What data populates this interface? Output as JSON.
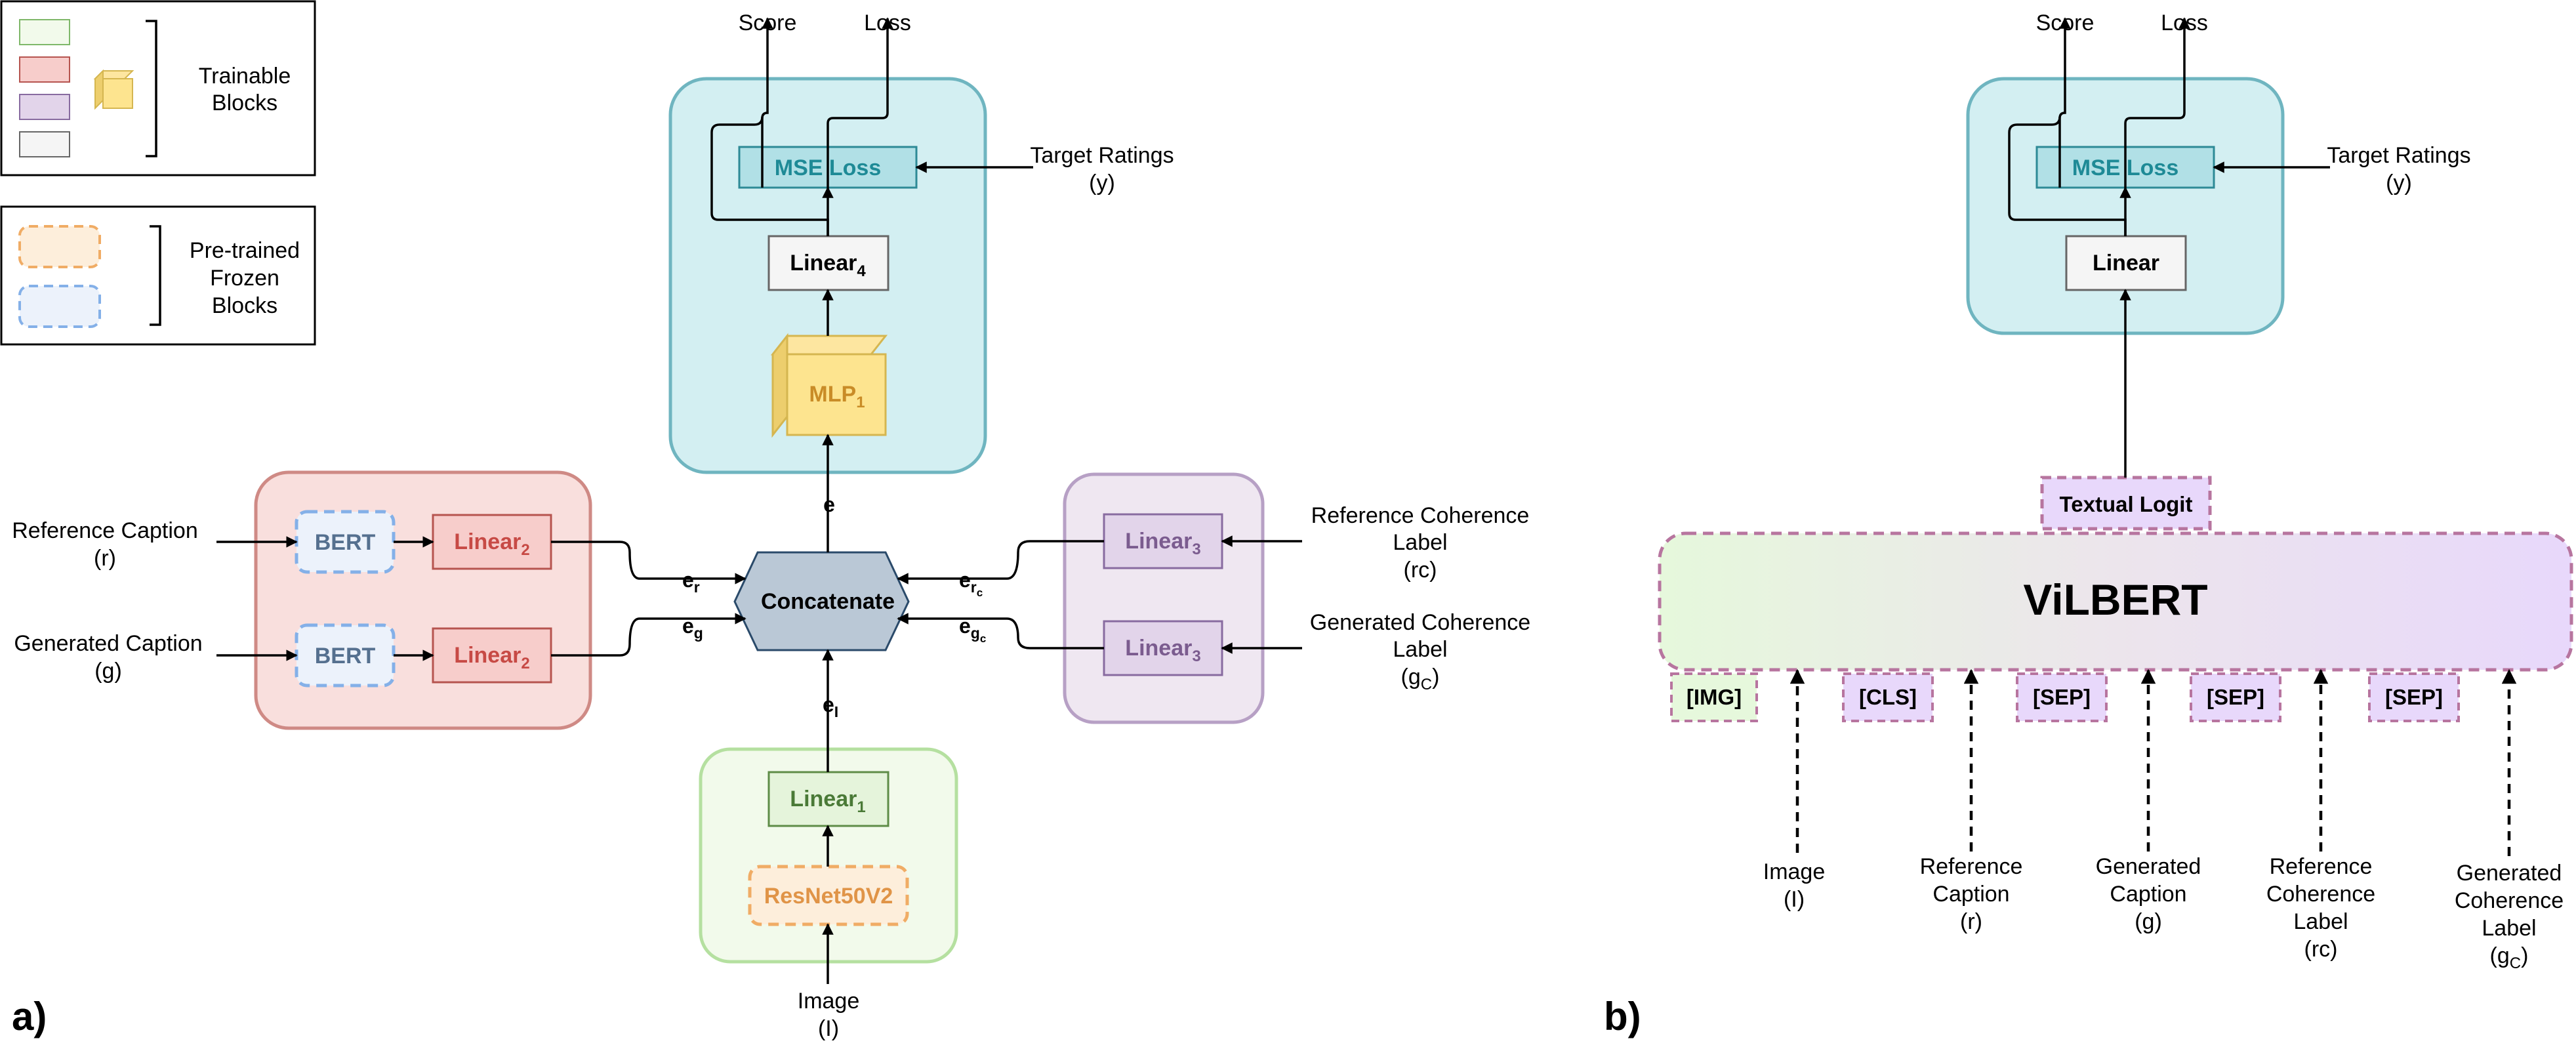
{
  "legend": {
    "trainable": {
      "line1": "Trainable",
      "line2": "Blocks"
    },
    "frozen": {
      "line1": "Pre-trained",
      "line2": "Frozen",
      "line3": "Blocks"
    }
  },
  "diagram_a": {
    "panel_label": "a)",
    "outputs": {
      "score": "Score",
      "loss": "Loss"
    },
    "mse_loss": "MSE Loss",
    "target": {
      "line1": "Target Ratings",
      "line2": "(y)"
    },
    "linear4": {
      "base": "Linear",
      "sub": "4"
    },
    "mlp1": {
      "base": "MLP",
      "sub": "1"
    },
    "embedding_e": "e",
    "concatenate": "Concatenate",
    "bert_ref": "BERT",
    "bert_gen": "BERT",
    "linear2_ref": {
      "base": "Linear",
      "sub": "2"
    },
    "linear2_gen": {
      "base": "Linear",
      "sub": "2"
    },
    "ref_caption": {
      "line1": "Reference Caption",
      "line2": "(r)"
    },
    "gen_caption": {
      "line1": "Generated Caption",
      "line2": "(g)"
    },
    "er": {
      "base": "e",
      "sub": "r"
    },
    "eg": {
      "base": "e",
      "sub": "g"
    },
    "erc": {
      "base": "e",
      "sub": "r",
      "subsub": "c"
    },
    "egc": {
      "base": "e",
      "sub": "g",
      "subsub": "c"
    },
    "ei": {
      "base": "e",
      "sub": "I"
    },
    "linear3_ref": {
      "base": "Linear",
      "sub": "3"
    },
    "linear3_gen": {
      "base": "Linear",
      "sub": "3"
    },
    "ref_coherence": {
      "line1": "Reference Coherence",
      "line2": "Label",
      "line3": "(rc)"
    },
    "gen_coherence": {
      "line1": "Generated Coherence",
      "line2": "Label",
      "line3_base": "(g",
      "line3_sub": "C",
      "line3_end": ")"
    },
    "linear1": {
      "base": "Linear",
      "sub": "1"
    },
    "resnet": "ResNet50V2",
    "image": {
      "line1": "Image",
      "line2": "(I)"
    }
  },
  "diagram_b": {
    "panel_label": "b)",
    "outputs": {
      "score": "Score",
      "loss": "Loss"
    },
    "mse_loss": "MSE Loss",
    "target": {
      "line1": "Target Ratings",
      "line2": "(y)"
    },
    "linear": "Linear",
    "textual_logit": "Textual Logit",
    "vilbert": "ViLBERT",
    "tokens": [
      "[IMG]",
      "[CLS]",
      "[SEP]",
      "[SEP]",
      "[SEP]"
    ],
    "inputs": {
      "image": {
        "line1": "Image",
        "line2": "(I)"
      },
      "ref_caption": {
        "line1": "Reference",
        "line2": "Caption",
        "line3": "(r)"
      },
      "gen_caption": {
        "line1": "Generated",
        "line2": "Caption",
        "line3": "(g)"
      },
      "ref_coherence": {
        "line1": "Reference",
        "line2": "Coherence",
        "line3": "Label",
        "line4": "(rc)"
      },
      "gen_coherence": {
        "line1": "Generated",
        "line2": "Coherence",
        "line3": "Label",
        "line4_base": "(g",
        "line4_sub": "C",
        "line4_end": ")"
      }
    }
  },
  "colors": {
    "green_fill": "#f2faeb",
    "green_stroke": "#b5e0a0",
    "red_fill": "#f9dfdd",
    "red_stroke": "#cf8a85",
    "purple_fill": "#efe7f1",
    "purple_stroke": "#b7a0c5",
    "teal_fill": "#d3eff2",
    "teal_stroke": "#6fb5c0",
    "mse_fill": "#b1e0e6",
    "mse_stroke": "#2d8a96",
    "mse_text": "#1e8a96",
    "gray_fill": "#f5f5f5",
    "gray_stroke": "#666666",
    "bert_fill": "#ecf2fb",
    "bert_stroke": "#84b0e8",
    "bert_text": "#55708f",
    "resnet_fill": "#fdeedb",
    "resnet_stroke": "#f0ac65",
    "resnet_text": "#e09447",
    "linear2_fill": "#f7cdcb",
    "linear2_stroke": "#b6544f",
    "linear2_text": "#c74a45",
    "linear3_fill": "#e2d4ea",
    "linear3_stroke": "#886ba0",
    "linear3_text": "#7b5c8f",
    "linear1_fill": "#e5f4db",
    "linear1_stroke": "#5e8c47",
    "linear1_text": "#4a7a37",
    "mlp_fill": "#fde48f",
    "mlp_stroke": "#d5b650",
    "mlp_text": "#c98c27",
    "concat_fill": "#bac8d6",
    "concat_stroke": "#2a4a6a"
  }
}
